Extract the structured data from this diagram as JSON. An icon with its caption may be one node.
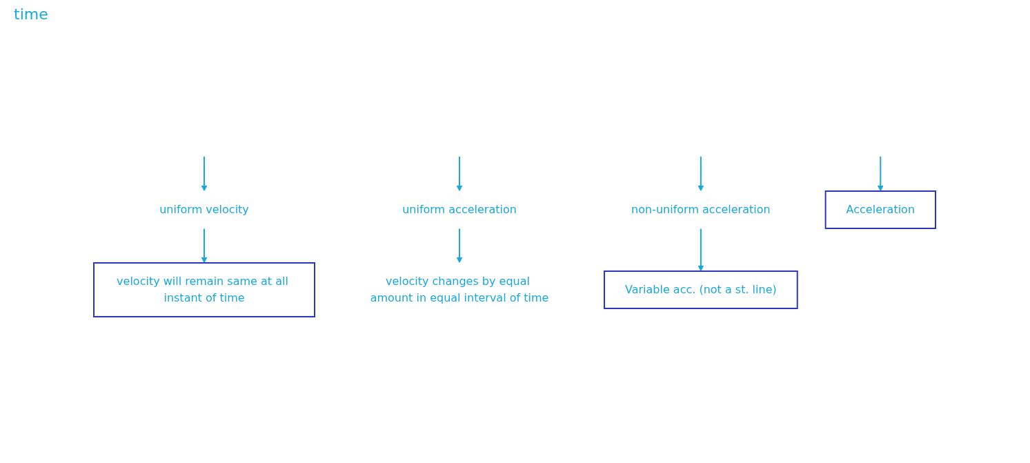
{
  "diagram": {
    "nodes": [
      {
        "text": [
          "uniform velocity"
        ]
      },
      {
        "text": [
          "uniform acceleration"
        ]
      },
      {
        "text": [
          "non-uniform acceleration"
        ]
      },
      {
        "text": [
          "Acceleration"
        ]
      },
      {
        "text": [
          "Variable acc. (not a st. line)"
        ]
      },
      {
        "text": [
          "velocity changes by equal amount in equal interval of time"
        ]
      },
      {
        "text": [
          "velocity will remain same at all instant of time"
        ]
      }
    ],
    "edges": [
      {
        "from": null,
        "to": 0,
        "arrow": "to"
      },
      {
        "from": null,
        "to": 1,
        "arrow": "to"
      },
      {
        "from": null,
        "to": 2,
        "arrow": "to"
      },
      {
        "from": null,
        "to": 3,
        "arrow": "to"
      },
      {
        "from": 2,
        "to": 4,
        "arrow": "to"
      },
      {
        "from": 1,
        "to": 5,
        "arrow": "to"
      },
      {
        "from": 0,
        "to": 6,
        "arrow": "to"
      }
    ],
    "labels": [
      "time"
    ]
  }
}
